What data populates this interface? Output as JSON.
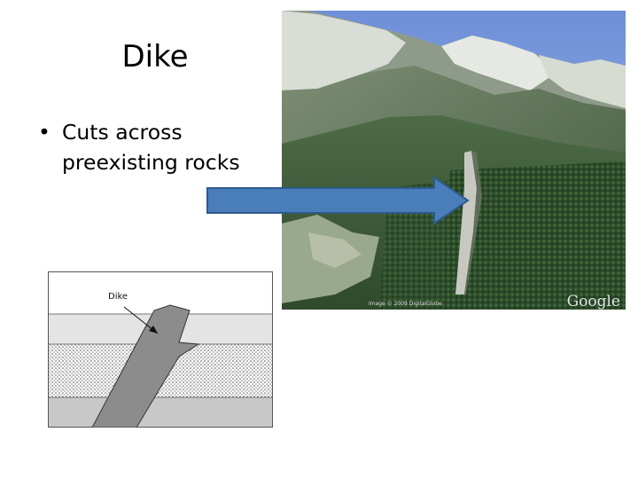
{
  "slide": {
    "title": "Dike",
    "bullets": [
      {
        "text": "Cuts across preexisting rocks"
      }
    ]
  },
  "photo": {
    "credit_text": "Image © 2009 DigitalGlobe",
    "logo_text": "Google"
  },
  "diagram": {
    "label": "Dike"
  },
  "colors": {
    "arrow_fill": "#4a7ebb",
    "arrow_stroke": "#2e5a8c",
    "dike_fill": "#8c8c8c",
    "layer_light": "#e4e4e4",
    "layer_gray": "#c8c8c8"
  }
}
